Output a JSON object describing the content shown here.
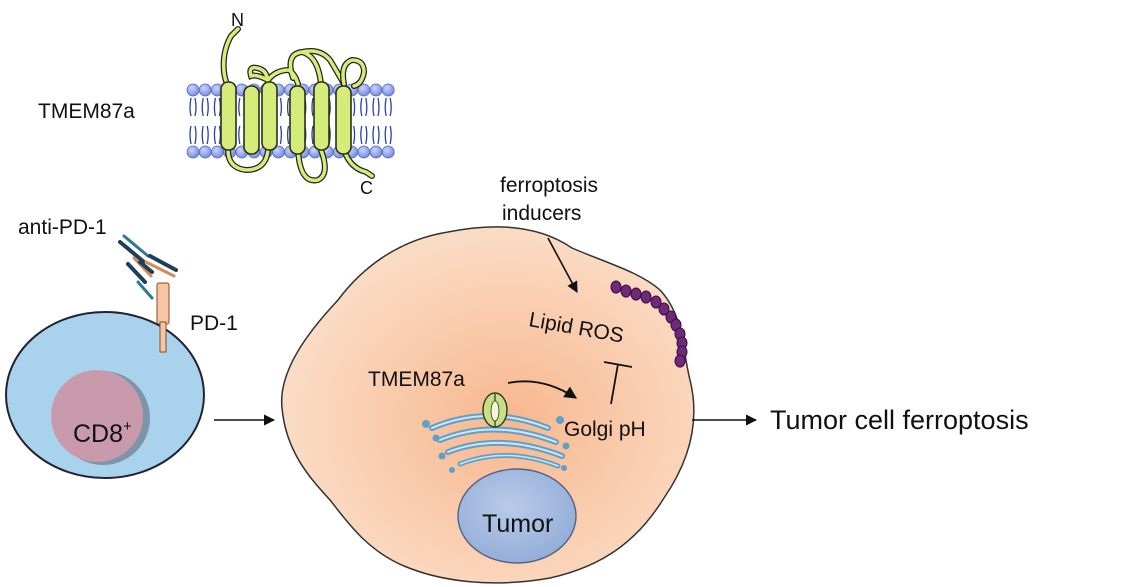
{
  "membrane_protein": {
    "label": "TMEM87a",
    "n_terminus": "N",
    "c_terminus": "C",
    "helix_color": "#d6ec7a",
    "lipid_head_color": "#8fa5ea",
    "lipid_tail_color": "#2a3fb0"
  },
  "t_cell": {
    "antibody_label": "anti-PD-1",
    "receptor_label": "PD-1",
    "cell_label_main": "CD8",
    "cell_label_sup": "+",
    "cytoplasm_color": "#a9d2ec",
    "nucleus_color": "#c99aac"
  },
  "tumor_cell": {
    "inducers_label_line1": "ferroptosis",
    "inducers_label_line2": "inducers",
    "ros_label": "Lipid ROS",
    "protein_label": "TMEM87a",
    "golgi_label": "Golgi pH",
    "nucleus_label": "Tumor",
    "body_color": "#f6c7a6",
    "nucleus_color": "#a4bce0",
    "lipid_chain_color": "#6e2a78"
  },
  "outcome": {
    "label": "Tumor cell ferroptosis"
  }
}
